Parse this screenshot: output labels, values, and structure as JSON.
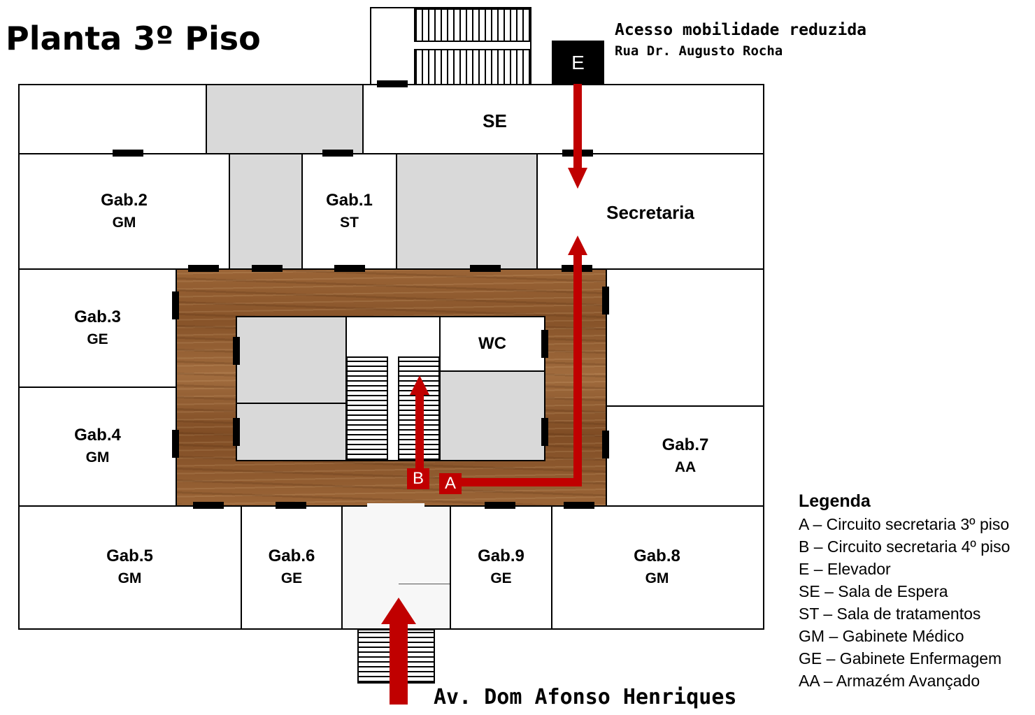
{
  "title": "Planta 3º Piso",
  "access": {
    "line1": "Acesso mobilidade reduzida",
    "line2": "Rua Dr. Augusto Rocha"
  },
  "elevator": {
    "label": "E"
  },
  "rooms": {
    "se": {
      "name": "SE"
    },
    "secretaria": {
      "name": "Secretaria"
    },
    "gab1": {
      "name": "Gab.1",
      "type": "ST"
    },
    "gab2": {
      "name": "Gab.2",
      "type": "GM"
    },
    "gab3": {
      "name": "Gab.3",
      "type": "GE"
    },
    "gab4": {
      "name": "Gab.4",
      "type": "GM"
    },
    "gab5": {
      "name": "Gab.5",
      "type": "GM"
    },
    "gab6": {
      "name": "Gab.6",
      "type": "GE"
    },
    "gab7": {
      "name": "Gab.7",
      "type": "AA"
    },
    "gab8": {
      "name": "Gab.8",
      "type": "GM"
    },
    "gab9": {
      "name": "Gab.9",
      "type": "GE"
    },
    "wc": {
      "name": "WC"
    }
  },
  "markers": {
    "a": "A",
    "b": "B"
  },
  "street": "Av. Dom Afonso Henriques",
  "legend": {
    "title": "Legenda",
    "items": [
      "A – Circuito secretaria 3º piso",
      "B – Circuito secretaria 4º piso",
      "E – Elevador",
      "SE – Sala de Espera",
      "ST – Sala de tratamentos",
      "GM – Gabinete Médico",
      "GE – Gabinete Enfermagem",
      "AA – Armazém Avançado"
    ]
  },
  "colors": {
    "route": "#c00000",
    "grey_area": "#d9d9d9",
    "floor_wood": "#8f5a2f"
  }
}
